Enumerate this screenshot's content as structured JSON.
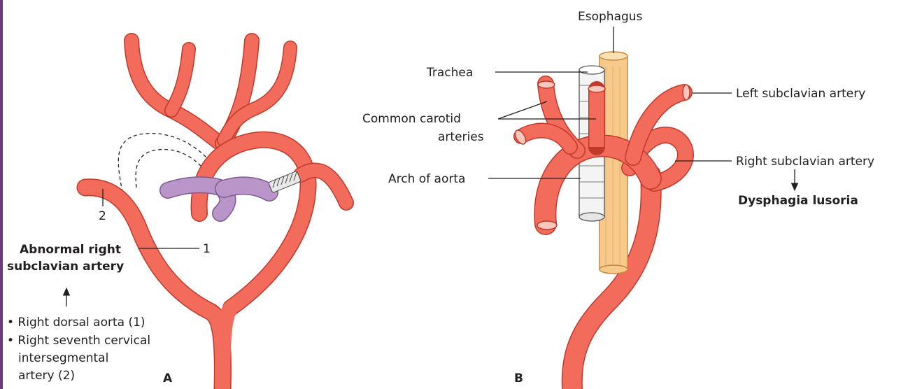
{
  "panel_a": {
    "panel_label": "A",
    "labels": {
      "marker_1": "1",
      "marker_2": "2",
      "abnormal_line1": "Abnormal right",
      "abnormal_line2": "subclavian artery",
      "bullet_1": "• Right dorsal aorta (1)",
      "bullet_2_line1": "• Right seventh cervical",
      "bullet_2_line2": "intersegmental",
      "bullet_2_line3": "artery (2)"
    }
  },
  "panel_b": {
    "panel_label": "B",
    "labels": {
      "esophagus": "Esophagus",
      "trachea": "Trachea",
      "common_carotid_line1": "Common carotid",
      "common_carotid_line2": "arteries",
      "arch_of_aorta": "Arch of aorta",
      "left_subclavian": "Left subclavian artery",
      "right_subclavian": "Right subclavian artery",
      "dysphagia": "Dysphagia lusoria"
    }
  },
  "colors": {
    "artery": "#f26b5b",
    "artery_dark": "#c0392b",
    "artery_lumen": "#fbc7bc",
    "bronchus": "#b995c9",
    "bronchus_dark": "#7d5a8f",
    "esophagus": "#f7c98b",
    "esophagus_dark": "#c98a3c",
    "trachea": "#f4f4f4",
    "frame_bar": "#6c3b7a"
  },
  "icons": {
    "arrow_up": "arrow-up-icon",
    "arrow_down": "arrow-down-icon"
  }
}
